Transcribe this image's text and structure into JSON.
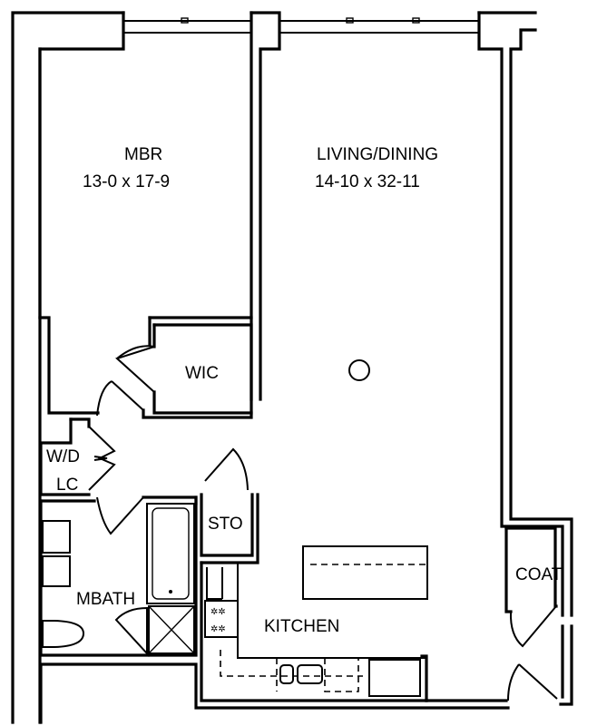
{
  "plan": {
    "rooms": [
      {
        "id": "mbr",
        "name": "MBR",
        "dimensions": "13-0 x 17-9"
      },
      {
        "id": "living",
        "name": "LIVING/DINING",
        "dimensions": "14-10 x 32-11"
      },
      {
        "id": "wic",
        "name": "WIC"
      },
      {
        "id": "wd",
        "name": "W/D"
      },
      {
        "id": "lc",
        "name": "LC"
      },
      {
        "id": "sto",
        "name": "STO"
      },
      {
        "id": "mbath",
        "name": "MBATH"
      },
      {
        "id": "kitchen",
        "name": "KITCHEN"
      },
      {
        "id": "coat",
        "name": "COAT"
      }
    ],
    "colors": {
      "line": "#000000",
      "background": "#ffffff"
    }
  }
}
